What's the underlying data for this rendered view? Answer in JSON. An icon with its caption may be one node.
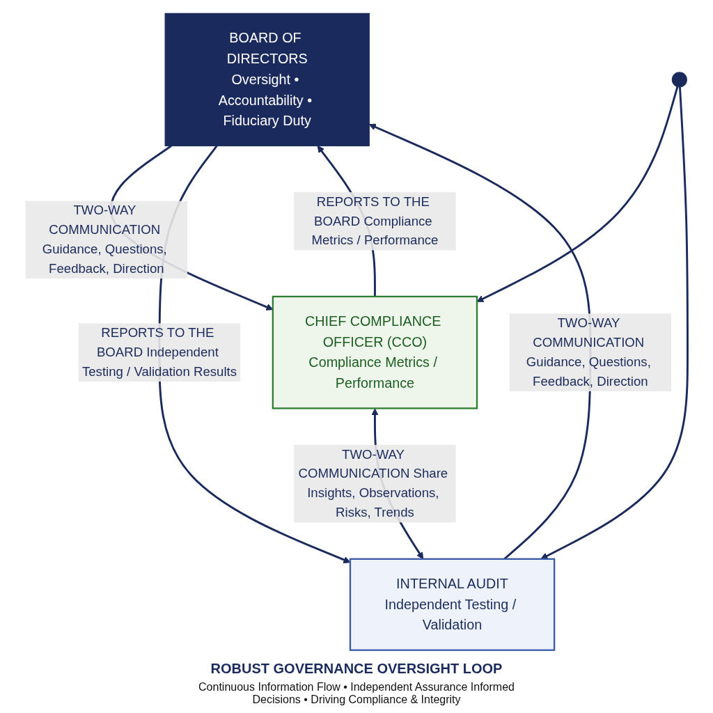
{
  "diagram": {
    "nodes": [
      {
        "text": [
          "BOARD OF DIRECTORS",
          "Oversight • Accountability • Fiduciary Duty"
        ]
      },
      {
        "text": [
          "CHIEF COMPLIANCE OFFICER (CCO)",
          "Compliance Metrics / Performance"
        ]
      },
      {
        "text": [
          "INTERNAL AUDIT",
          "Independent Testing / Validation"
        ]
      },
      {
        "text": [],
        "shape": "circle",
        "beside": [
          "ROBUST GOVERNANCE OVERSIGHT LOOP",
          "Continuous Information Flow • Independent Assurance Informed Decisions • Driving Compliance & Integrity"
        ]
      }
    ],
    "edges": [
      {
        "from": 1,
        "to": 0,
        "arrow": "to",
        "label": "REPORTS TO THE BOARD Compliance Metrics / Performance"
      },
      {
        "from": 0,
        "to": 1,
        "arrow": "to",
        "label": "TWO-WAY COMMUNICATION Guidance, Questions, Feedback, Direction"
      },
      {
        "from": 2,
        "to": 0,
        "arrow": "to",
        "label": "TWO-WAY COMMUNICATION Guidance, Questions, Feedback, Direction"
      },
      {
        "from": 0,
        "to": 2,
        "arrow": "to",
        "label": "REPORTS TO THE BOARD Independent Testing / Validation Results"
      },
      {
        "from": 1,
        "to": 2,
        "arrow": "both",
        "label": "TWO-WAY COMMUNICATION Share Insights, Observations, Risks, Trends"
      },
      {
        "from": 3,
        "to": 1,
        "arrow": "to"
      },
      {
        "from": 3,
        "to": 2,
        "arrow": "to"
      }
    ]
  }
}
